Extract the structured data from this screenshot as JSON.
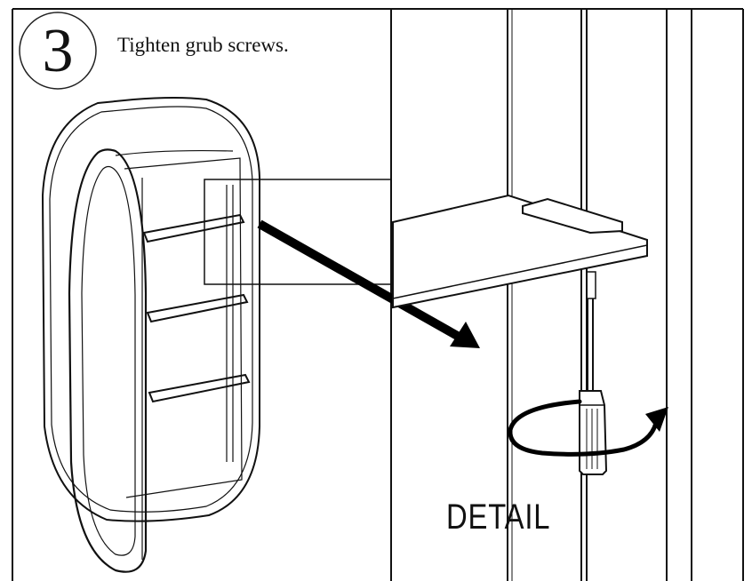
{
  "step": {
    "number": "3",
    "instruction": "Tighten grub screws."
  },
  "detail": {
    "label": "DETAIL"
  },
  "icons": {
    "arrow": "arrow-icon",
    "rotation": "rotation-arrow-icon",
    "screwdriver": "screwdriver-icon"
  }
}
